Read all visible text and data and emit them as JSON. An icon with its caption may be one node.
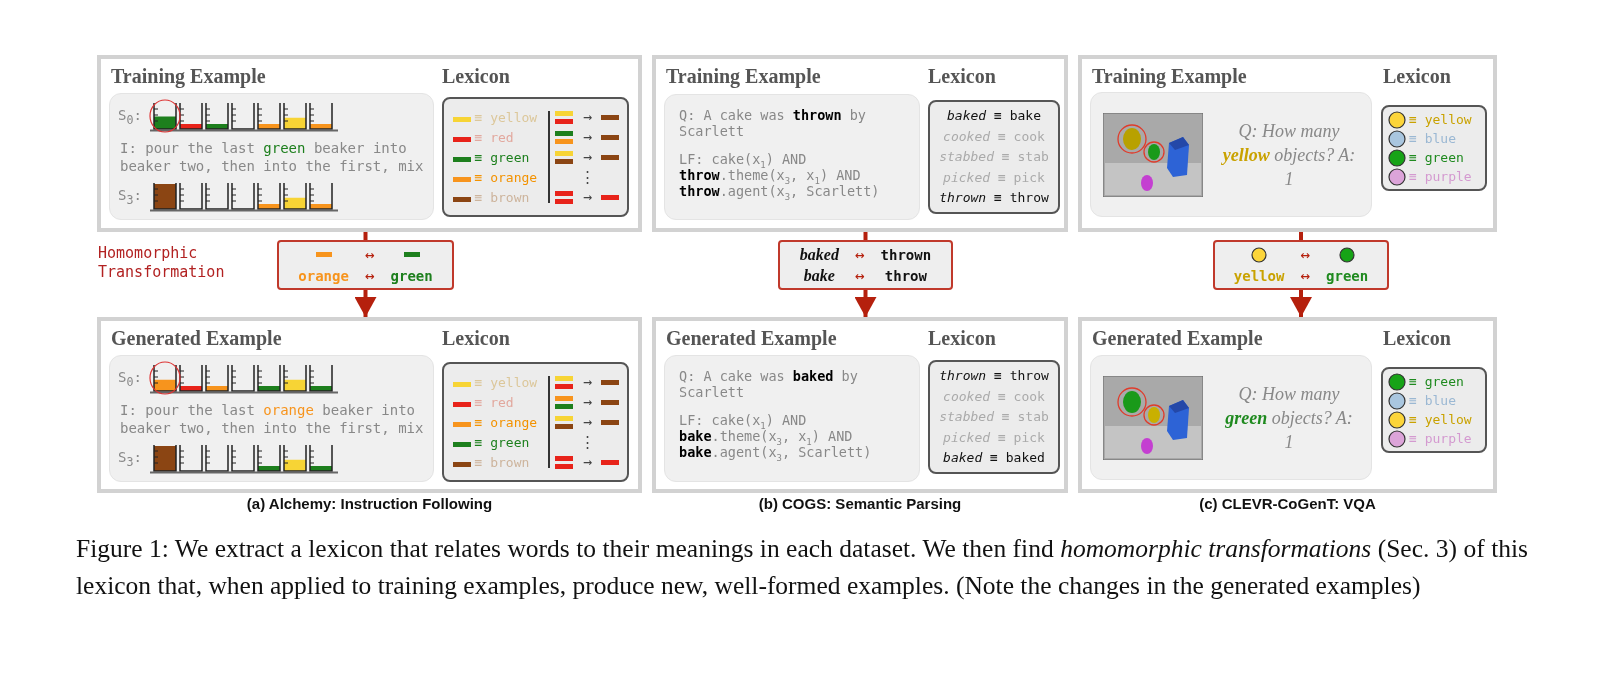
{
  "diagram": {
    "caption": "Figure 1: We extract a lexicon that relates words to their meanings in each dataset. We then find *homomorphic transformations* (Sec. 3) of this lexicon that, when applied to training examples, produce new, well-formed examples. (Note the changes in the generated examples)",
    "nodes": [
      {
        "text": [
          "Training Example",
          "Lexicon"
        ]
      },
      {
        "text": [
          "S$_{0}$:",
          "I: pour the last **green** beaker into beaker two, then into the first, mix",
          "S$_{3}$:"
        ],
        "in": 0
      },
      {
        "text": [
          "≡ yellow",
          "≡ red",
          "≡ green",
          "≡ orange",
          "≡ brown",
          "→",
          "→",
          "→",
          "⋮",
          "→"
        ],
        "in": 0
      },
      {
        "text": [
          "↔",
          "orange",
          "↔",
          "green"
        ]
      },
      {
        "text": [
          "Generated Example",
          "Lexicon"
        ]
      },
      {
        "text": [
          "S$_{0}$:",
          "I: pour the last **orange** beaker into beaker two, then into the first, mix",
          "S$_{3}$:"
        ],
        "in": 4
      },
      {
        "text": [
          "≡ yellow",
          "≡ red",
          "≡ orange",
          "≡ green",
          "≡ brown",
          "→",
          "→",
          "→",
          "⋮",
          "→"
        ],
        "in": 4
      },
      {
        "text": [
          "Training Example",
          "Lexicon"
        ]
      },
      {
        "text": [
          "Q: A cake was **thrown** by Scarlett",
          "LF: cake(x$_{1}$) AND **throw**.theme(x$_{3}$, x$_{1}$) AND **throw**.agent(x$_{3}$, Scarlett)"
        ],
        "in": 7
      },
      {
        "text": [
          "*baked* ≡ bake",
          "*cooked* ≡ cook",
          "*stabbed* ≡ stab",
          "*picked* ≡ pick",
          "*thrown* ≡ throw"
        ],
        "in": 7
      },
      {
        "text": [
          "baked",
          "↔",
          "thrown",
          "bake",
          "↔",
          "throw"
        ]
      },
      {
        "text": [
          "Generated Example",
          "Lexicon"
        ]
      },
      {
        "text": [
          "Q: A cake was **baked** by Scarlett",
          "LF: cake(x$_{1}$) AND **bake**.theme(x$_{3}$, x$_{1}$) AND **bake**.agent(x$_{3}$, Scarlett)"
        ],
        "in": 11
      },
      {
        "text": [
          "*thrown* ≡ throw",
          "*cooked* ≡ cook",
          "*stabbed* ≡ stab",
          "*picked* ≡ pick",
          "*baked* ≡ baked"
        ],
        "in": 11
      },
      {
        "text": [
          "Training Example",
          "Lexicon"
        ]
      },
      {
        "text": [
          "Q: How many **yellow** objects? A: 1"
        ],
        "in": 14
      },
      {
        "text": [
          "≡ yellow",
          "≡ blue",
          "≡ green",
          "≡ purple"
        ],
        "in": 14
      },
      {
        "text": [
          "↔",
          "yellow",
          "↔",
          "green"
        ]
      },
      {
        "text": [
          "Generated Example",
          "Lexicon"
        ]
      },
      {
        "text": [
          "Q: How many **green** objects? A: 1"
        ],
        "in": 18
      },
      {
        "text": [
          "≡ green",
          "≡ blue",
          "≡ yellow",
          "≡ purple"
        ],
        "in": 18
      }
    ],
    "edges": [
      {
        "from": 0,
        "to": 3,
        "arrow": "none"
      },
      {
        "from": 3,
        "to": 4,
        "arrow": "to"
      },
      {
        "from": 7,
        "to": 10,
        "arrow": "none"
      },
      {
        "from": 10,
        "to": 11,
        "arrow": "to"
      },
      {
        "from": 14,
        "to": 17,
        "arrow": "none"
      },
      {
        "from": 17,
        "to": 18,
        "arrow": "to"
      }
    ],
    "labels": [
      "Homomorphic Transformation",
      "(a) Alchemy: Instruction Following",
      "(b) COGS: Semantic Parsing",
      "(c) CLEVR-CoGenT: VQA"
    ]
  }
}
